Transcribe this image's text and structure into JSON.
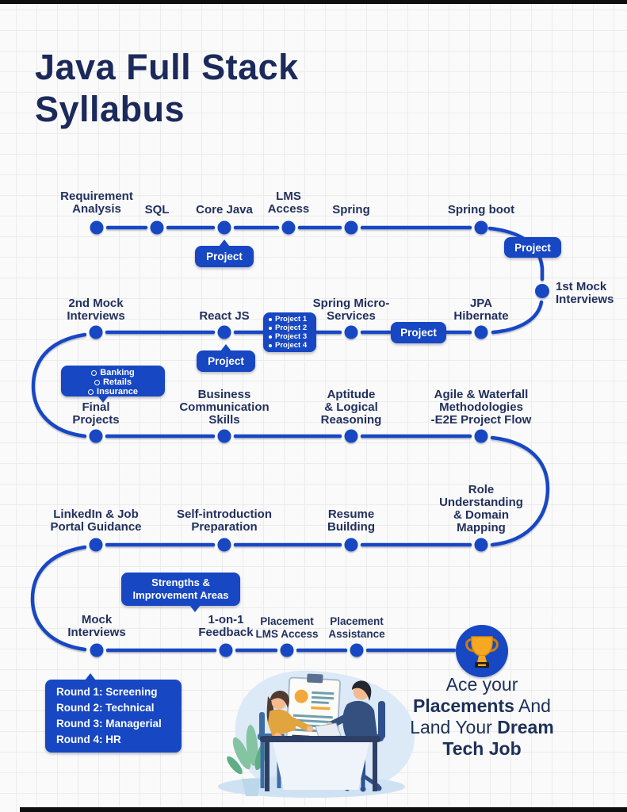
{
  "title": {
    "text": "Java Full Stack\nSyllabus"
  },
  "nodes": [
    {
      "label": "Requirement\nAnalysis"
    },
    {
      "label": "SQL"
    },
    {
      "label": "Core Java"
    },
    {
      "label": "LMS\nAccess"
    },
    {
      "label": "Spring"
    },
    {
      "label": "Spring boot"
    },
    {
      "label": "1st Mock\nInterviews"
    },
    {
      "label": "JPA\nHibernate"
    },
    {
      "label": "Spring Micro-\nServices"
    },
    {
      "label": "React JS"
    },
    {
      "label": "2nd Mock\nInterviews"
    },
    {
      "label": "Final\nProjects"
    },
    {
      "label": "Business\nCommunication\nSkills"
    },
    {
      "label": "Aptitude\n& Logical\nReasoning"
    },
    {
      "label": "Agile & Waterfall\nMethodologies\n-E2E Project Flow"
    },
    {
      "label": "Role\nUnderstanding\n& Domain\nMapping"
    },
    {
      "label": "Resume\nBuilding"
    },
    {
      "label": "Self-introduction\nPreparation"
    },
    {
      "label": "LinkedIn & Job\nPortal Guidance"
    },
    {
      "label": "Mock\nInterviews"
    },
    {
      "label": "1-on-1\nFeedback"
    },
    {
      "label": "Placement\nLMS Access"
    },
    {
      "label": "Placement\nAssistance"
    }
  ],
  "badges": {
    "project_label": "Project",
    "projects_list": [
      "Project 1",
      "Project 2",
      "Project 3",
      "Project 4"
    ],
    "domains": [
      "Banking",
      "Retails",
      "Insurance"
    ],
    "strengths": "Strengths &\nImprovement Areas",
    "rounds": [
      "Round 1: Screening",
      "Round 2: Technical",
      "Round 3: Managerial",
      "Round 4: HR"
    ]
  },
  "tagline": {
    "line1": "Ace your",
    "line2_bold": "Placements",
    "line2_rest": " And",
    "line3_rest": "Land Your ",
    "line3_bold": "Dream",
    "line4_bold": "Tech Job"
  },
  "colors": {
    "accent": "#1747c3",
    "navy": "#1b2a5a",
    "gold": "#f2a93b"
  }
}
